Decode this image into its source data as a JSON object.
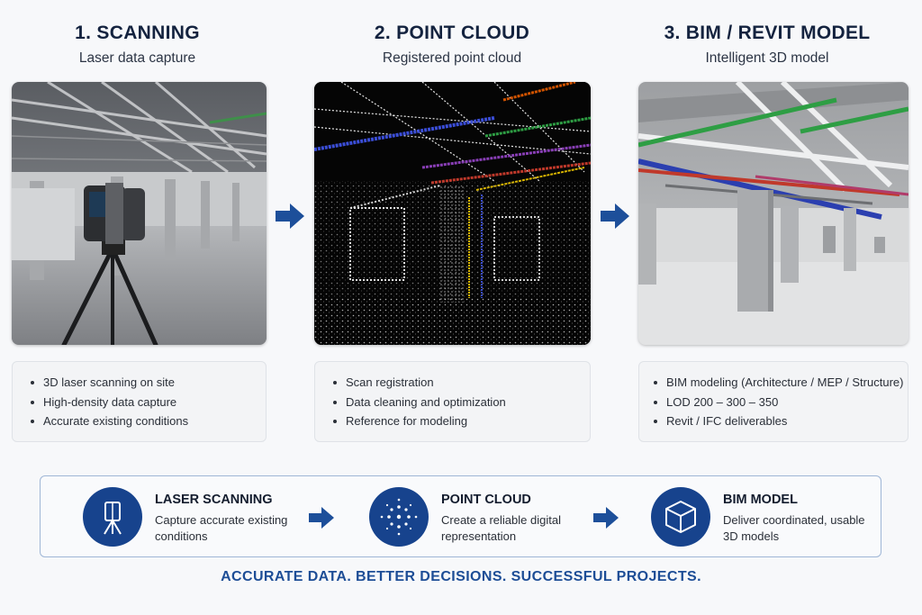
{
  "steps": [
    {
      "title": "1. SCANNING",
      "subtitle": "Laser data capture",
      "bullets": [
        "3D laser scanning on site",
        "High-density data capture",
        "Accurate existing conditions"
      ]
    },
    {
      "title": "2. POINT CLOUD",
      "subtitle": "Registered point cloud",
      "bullets": [
        "Scan registration",
        "Data cleaning and optimization",
        "Reference for modeling"
      ]
    },
    {
      "title": "3. BIM / REVIT MODEL",
      "subtitle": "Intelligent 3D model",
      "bullets": [
        "BIM modeling (Architecture / MEP / Structure)",
        "LOD 200 – 300 – 350",
        "Revit / IFC deliverables"
      ]
    }
  ],
  "features": [
    {
      "title": "LASER SCANNING",
      "desc": "Capture accurate existing conditions",
      "icon": "scanner-tripod-icon"
    },
    {
      "title": "POINT CLOUD",
      "desc": "Create a reliable digital representation",
      "icon": "point-cloud-icon"
    },
    {
      "title": "BIM MODEL",
      "desc": "Deliver coordinated, usable 3D models",
      "icon": "cube-icon"
    }
  ],
  "tagline": "ACCURATE DATA. BETTER DECISIONS. SUCCESSFUL PROJECTS.",
  "colors": {
    "accent": "#17438d",
    "arrow": "#1d4f9a",
    "title": "#14233f",
    "tagline": "#1d4d96",
    "pipe_red": "#c0392b",
    "pipe_green": "#2e9e44",
    "pipe_blue": "#2b3fb0",
    "pipe_purple": "#8a3fb8"
  }
}
